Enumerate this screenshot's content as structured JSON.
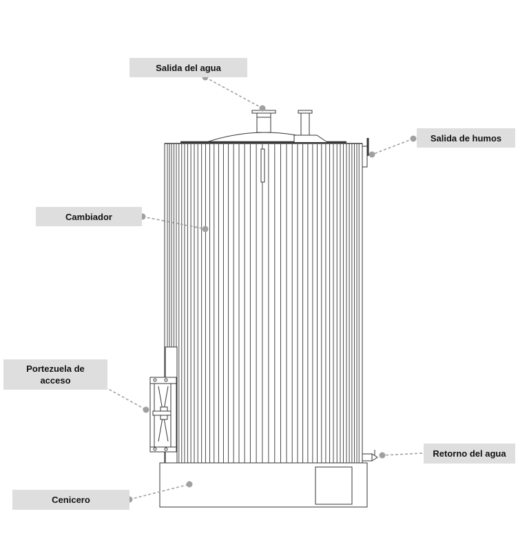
{
  "labels": {
    "salida_agua": "Salida del agua",
    "salida_humos": "Salida de humos",
    "cambiador": "Cambiador",
    "portezuela_line1": "Portezuela de",
    "portezuela_line2": "acceso",
    "retorno_agua": "Retorno del agua",
    "cenicero": "Cenicero"
  },
  "colors": {
    "label_background": "#dedede",
    "leader_line": "#a0a0a0",
    "drawing_line": "#333333"
  }
}
